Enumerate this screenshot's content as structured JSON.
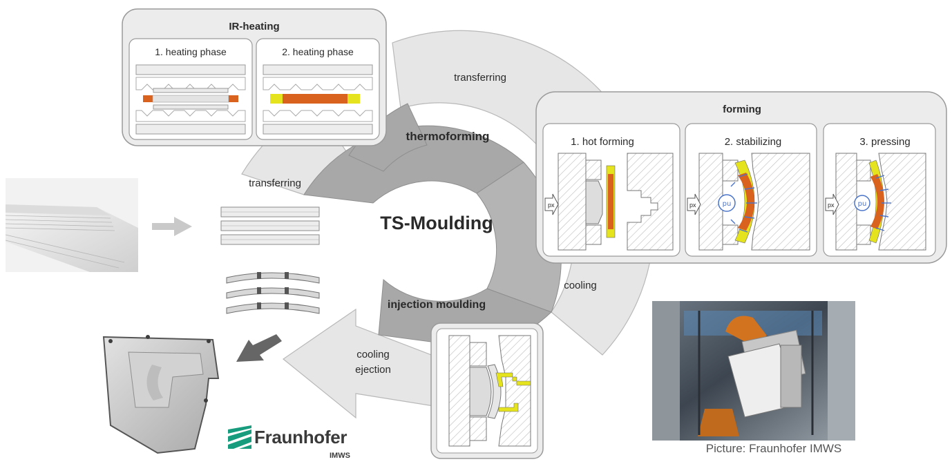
{
  "title": "TS-Moulding",
  "process": {
    "thermoforming": "thermoforming",
    "injection_moulding": "injection moulding",
    "transferring_top": "transferring",
    "transferring_left": "transferring",
    "cooling": "cooling",
    "cooling_ejection_line1": "cooling",
    "cooling_ejection_line2": "ejection"
  },
  "ir_heating": {
    "title": "IR-heating",
    "phase1": "1. heating phase",
    "phase2": "2. heating phase"
  },
  "forming": {
    "title": "forming",
    "step1": "1. hot forming",
    "step2": "2. stabilizing",
    "step3": "3. pressing",
    "px_label": "px",
    "pu_label": "pu"
  },
  "branding": {
    "name": "Fraunhofer",
    "sub": "IMWS"
  },
  "photo_caption": "Picture: Fraunhofer IMWS",
  "colors": {
    "orange": "#d9621e",
    "yellow": "#e5e31d",
    "ring_dark": "#a8a8a8",
    "ring_light": "#e6e6e6",
    "panel_bg": "#ececec",
    "logo_green": "#179c7d",
    "arrow_blue": "#4a74c9"
  }
}
